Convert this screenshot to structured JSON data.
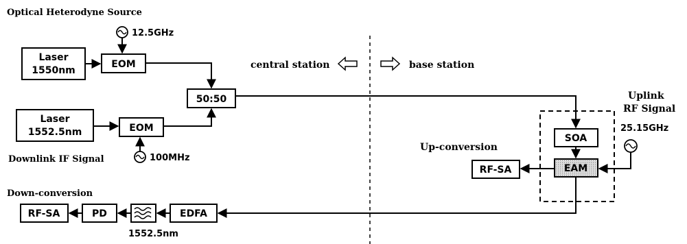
{
  "labels": {
    "optical_heterodyne_source": "Optical Heterodyne Source",
    "central_station": "central station",
    "base_station": "base station",
    "downlink_if_signal": "Downlink IF Signal",
    "up_conversion": "Up-conversion",
    "down_conversion": "Down-conversion",
    "uplink_rf_signal_line1": "Uplink",
    "uplink_rf_signal_line2": "RF Signal"
  },
  "frequencies": {
    "rf_top": "12.5GHz",
    "if_bottom": "100MHz",
    "uplink": "25.15GHz",
    "filter_wavelength": "1552.5nm"
  },
  "blocks": {
    "laser1_line1": "Laser",
    "laser1_line2": "1550nm",
    "laser2_line1": "Laser",
    "laser2_line2": "1552.5nm",
    "eom_top": "EOM",
    "eom_bottom": "EOM",
    "coupler": "50:50",
    "soa": "SOA",
    "eam": "EAM",
    "rf_sa_right": "RF-SA",
    "edfa": "EDFA",
    "pd": "PD",
    "rf_sa_left": "RF-SA"
  }
}
